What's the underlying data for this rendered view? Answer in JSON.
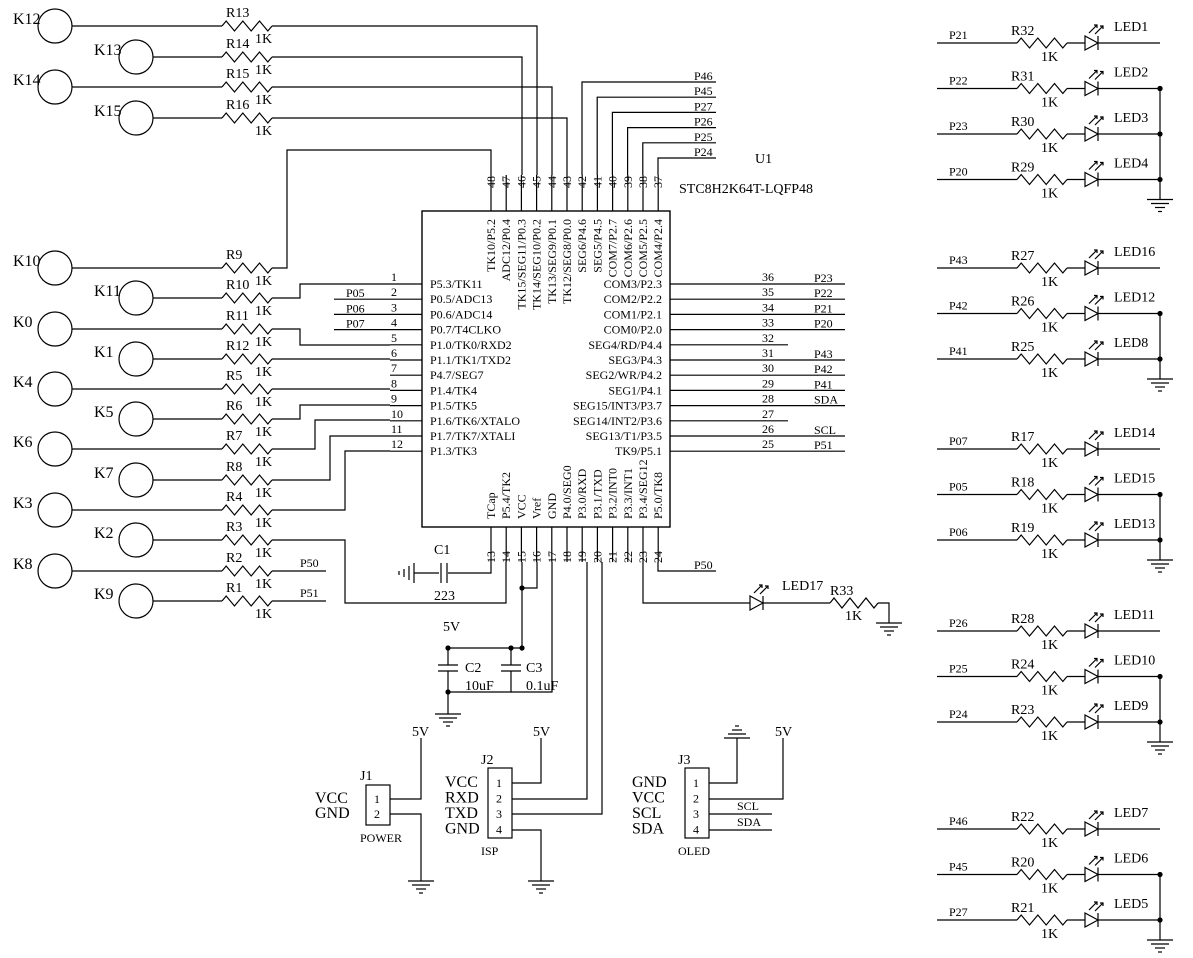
{
  "chip": {
    "ref": "U1",
    "part": "STC8H2K64T-LQFP48",
    "left": [
      {
        "num": "1",
        "name": "P5.3/TK11",
        "net": ""
      },
      {
        "num": "2",
        "name": "P0.5/ADC13",
        "net": "P05"
      },
      {
        "num": "3",
        "name": "P0.6/ADC14",
        "net": "P06"
      },
      {
        "num": "4",
        "name": "P0.7/T4CLKO",
        "net": "P07"
      },
      {
        "num": "5",
        "name": "P1.0/TK0/RXD2",
        "net": ""
      },
      {
        "num": "6",
        "name": "P1.1/TK1/TXD2",
        "net": ""
      },
      {
        "num": "7",
        "name": "P4.7/SEG7",
        "net": ""
      },
      {
        "num": "8",
        "name": "P1.4/TK4",
        "net": ""
      },
      {
        "num": "9",
        "name": "P1.5/TK5",
        "net": ""
      },
      {
        "num": "10",
        "name": "P1.6/TK6/XTALO",
        "net": ""
      },
      {
        "num": "11",
        "name": "P1.7/TK7/XTALI",
        "net": ""
      },
      {
        "num": "12",
        "name": "P1.3/TK3",
        "net": ""
      }
    ],
    "right": [
      {
        "num": "36",
        "name": "COM3/P2.3",
        "net": "P23"
      },
      {
        "num": "35",
        "name": "COM2/P2.2",
        "net": "P22"
      },
      {
        "num": "34",
        "name": "COM1/P2.1",
        "net": "P21"
      },
      {
        "num": "33",
        "name": "COM0/P2.0",
        "net": "P20"
      },
      {
        "num": "32",
        "name": "SEG4/RD/P4.4",
        "net": ""
      },
      {
        "num": "31",
        "name": "SEG3/P4.3",
        "net": "P43"
      },
      {
        "num": "30",
        "name": "SEG2/WR/P4.2",
        "net": "P42"
      },
      {
        "num": "29",
        "name": "SEG1/P4.1",
        "net": "P41"
      },
      {
        "num": "28",
        "name": "SEG15/INT3/P3.7",
        "net": "SDA"
      },
      {
        "num": "27",
        "name": "SEG14/INT2/P3.6",
        "net": ""
      },
      {
        "num": "26",
        "name": "SEG13/T1/P3.5",
        "net": "SCL"
      },
      {
        "num": "25",
        "name": "TK9/P5.1",
        "net": "P51"
      }
    ],
    "top": [
      {
        "num": "48",
        "name": "TK10/P5.2"
      },
      {
        "num": "47",
        "name": "ADC12/P0.4"
      },
      {
        "num": "46",
        "name": "TK15/SEG11/P0.3"
      },
      {
        "num": "45",
        "name": "TK14/SEG10/P0.2"
      },
      {
        "num": "44",
        "name": "TK13/SEG9/P0.1"
      },
      {
        "num": "43",
        "name": "TK12/SEG8/P0.0"
      },
      {
        "num": "42",
        "name": "SEG6/P4.6"
      },
      {
        "num": "41",
        "name": "SEG5/P4.5"
      },
      {
        "num": "40",
        "name": "COM7/P2.7"
      },
      {
        "num": "39",
        "name": "COM6/P2.6"
      },
      {
        "num": "38",
        "name": "COM5/P2.5"
      },
      {
        "num": "37",
        "name": "COM4/P2.4"
      }
    ],
    "bottom": [
      {
        "num": "13",
        "name": "TCap"
      },
      {
        "num": "14",
        "name": "P5.4/TK2"
      },
      {
        "num": "15",
        "name": "VCC"
      },
      {
        "num": "16",
        "name": "Vref"
      },
      {
        "num": "17",
        "name": "GND"
      },
      {
        "num": "18",
        "name": "P4.0/SEG0"
      },
      {
        "num": "19",
        "name": "P3.0/RXD"
      },
      {
        "num": "20",
        "name": "P3.1/TXD"
      },
      {
        "num": "21",
        "name": "P3.2/INT0"
      },
      {
        "num": "22",
        "name": "P3.3/INT1"
      },
      {
        "num": "23",
        "name": "P3.4/SEG12"
      },
      {
        "num": "24",
        "name": "P5.0/TK8"
      }
    ],
    "top_nets": [
      "P46",
      "P45",
      "P27",
      "P26",
      "P25",
      "P24"
    ]
  },
  "keys": [
    {
      "key": "K12",
      "res": "R13",
      "val": "1K"
    },
    {
      "key": "K13",
      "res": "R14",
      "val": "1K"
    },
    {
      "key": "K14",
      "res": "R15",
      "val": "1K"
    },
    {
      "key": "K15",
      "res": "R16",
      "val": "1K"
    },
    {
      "key": "K10",
      "res": "R9",
      "val": "1K"
    },
    {
      "key": "K11",
      "res": "R10",
      "val": "1K"
    },
    {
      "key": "K0",
      "res": "R11",
      "val": "1K"
    },
    {
      "key": "K1",
      "res": "R12",
      "val": "1K"
    },
    {
      "key": "K4",
      "res": "R5",
      "val": "1K"
    },
    {
      "key": "K5",
      "res": "R6",
      "val": "1K"
    },
    {
      "key": "K6",
      "res": "R7",
      "val": "1K"
    },
    {
      "key": "K7",
      "res": "R8",
      "val": "1K"
    },
    {
      "key": "K3",
      "res": "R4",
      "val": "1K"
    },
    {
      "key": "K2",
      "res": "R3",
      "val": "1K"
    },
    {
      "key": "K8",
      "res": "R2",
      "val": "1K",
      "net": "P50"
    },
    {
      "key": "K9",
      "res": "R1",
      "val": "1K",
      "net": "P51"
    }
  ],
  "led_groups": [
    {
      "leds": [
        {
          "net": "P21",
          "res": "R32",
          "val": "1K",
          "led": "LED1"
        },
        {
          "net": "P22",
          "res": "R31",
          "val": "1K",
          "led": "LED2"
        },
        {
          "net": "P23",
          "res": "R30",
          "val": "1K",
          "led": "LED3"
        },
        {
          "net": "P20",
          "res": "R29",
          "val": "1K",
          "led": "LED4"
        }
      ]
    },
    {
      "leds": [
        {
          "net": "P43",
          "res": "R27",
          "val": "1K",
          "led": "LED16"
        },
        {
          "net": "P42",
          "res": "R26",
          "val": "1K",
          "led": "LED12"
        },
        {
          "net": "P41",
          "res": "R25",
          "val": "1K",
          "led": "LED8"
        }
      ]
    },
    {
      "leds": [
        {
          "net": "P07",
          "res": "R17",
          "val": "1K",
          "led": "LED14"
        },
        {
          "net": "P05",
          "res": "R18",
          "val": "1K",
          "led": "LED15"
        },
        {
          "net": "P06",
          "res": "R19",
          "val": "1K",
          "led": "LED13"
        }
      ]
    },
    {
      "leds": [
        {
          "net": "P26",
          "res": "R28",
          "val": "1K",
          "led": "LED11"
        },
        {
          "net": "P25",
          "res": "R24",
          "val": "1K",
          "led": "LED10"
        },
        {
          "net": "P24",
          "res": "R23",
          "val": "1K",
          "led": "LED9"
        }
      ]
    },
    {
      "leds": [
        {
          "net": "P46",
          "res": "R22",
          "val": "1K",
          "led": "LED7"
        },
        {
          "net": "P45",
          "res": "R20",
          "val": "1K",
          "led": "LED6"
        },
        {
          "net": "P27",
          "res": "R21",
          "val": "1K",
          "led": "LED5"
        }
      ]
    }
  ],
  "led17": {
    "led": "LED17",
    "res": "R33",
    "val": "1K",
    "net": "P50"
  },
  "caps": {
    "c1": {
      "ref": "C1",
      "val": "223"
    },
    "c2": {
      "ref": "C2",
      "val": "10uF"
    },
    "c3": {
      "ref": "C3",
      "val": "0.1uF"
    },
    "power_net": "5V"
  },
  "connectors": {
    "j1": {
      "ref": "J1",
      "name": "POWER",
      "pins": [
        "1",
        "2"
      ],
      "labels": [
        "VCC",
        "GND"
      ],
      "net": "5V"
    },
    "j2": {
      "ref": "J2",
      "name": "ISP",
      "pins": [
        "1",
        "2",
        "3",
        "4"
      ],
      "labels": [
        "VCC",
        "RXD",
        "TXD",
        "GND"
      ],
      "net": "5V"
    },
    "j3": {
      "ref": "J3",
      "name": "OLED",
      "pins": [
        "1",
        "2",
        "3",
        "4"
      ],
      "labels": [
        "GND",
        "VCC",
        "SCL",
        "SDA"
      ],
      "nets": [
        "SCL",
        "SDA"
      ],
      "net": "5V"
    }
  }
}
